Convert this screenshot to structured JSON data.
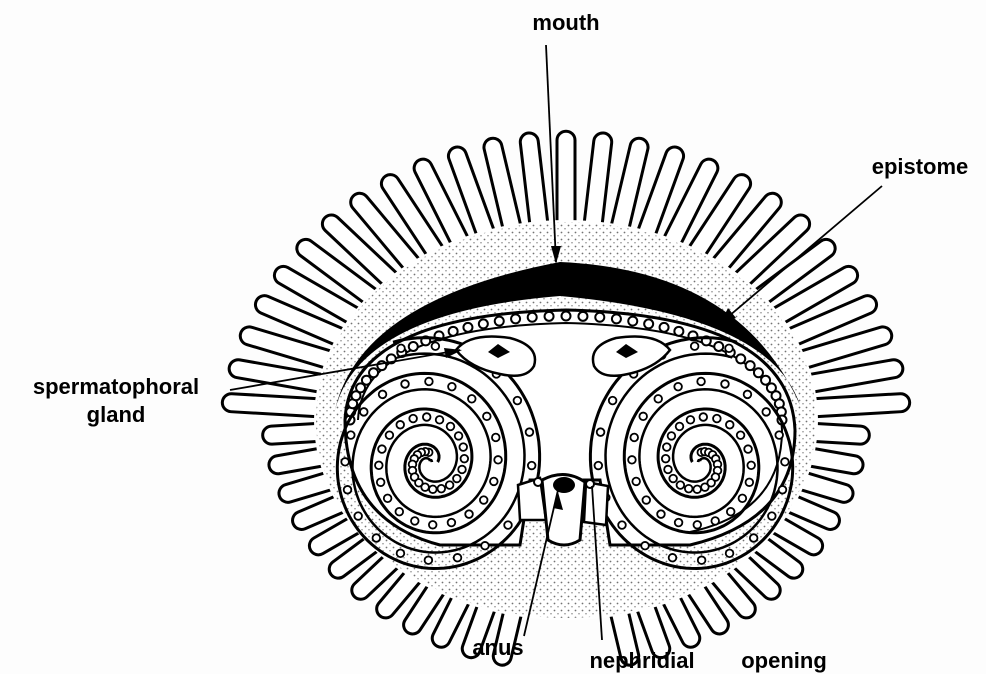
{
  "labels": {
    "mouth": "mouth",
    "epistome": "epistome",
    "spermatophoral_1": "spermatophoral",
    "spermatophoral_2": "gland",
    "anus": "anus",
    "nephridial": "nephridial",
    "opening": "opening"
  },
  "colors": {
    "ink": "#000000",
    "paper": "#fdfdfd"
  }
}
